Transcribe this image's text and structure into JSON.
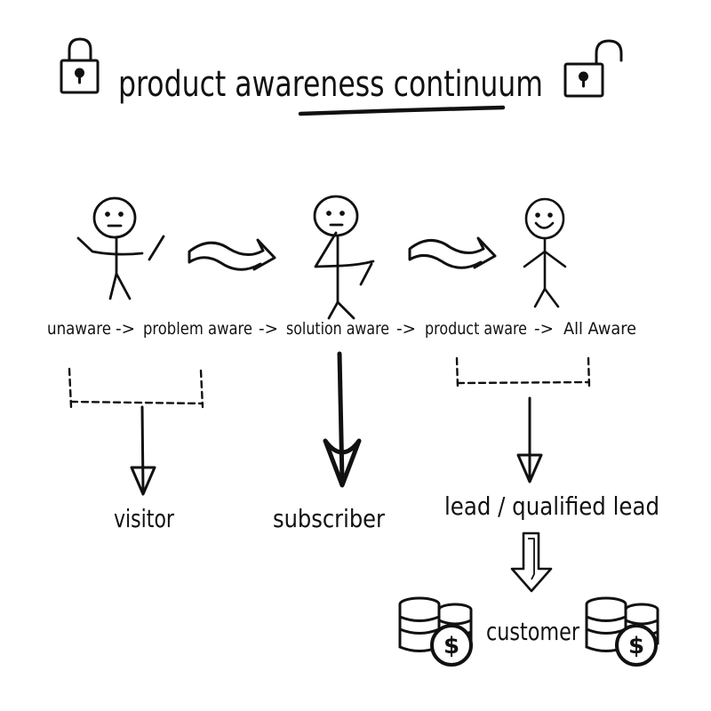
{
  "title": "product awareness continuum",
  "stages": {
    "unaware": "unaware",
    "problem_aware": "problem aware",
    "solution_aware": "solution aware",
    "product_aware": "product aware",
    "all_aware": "All Aware",
    "separator": "->"
  },
  "outcomes": {
    "visitor": "visitor",
    "subscriber": "subscriber",
    "lead": "lead / qualified lead",
    "customer": "customer"
  },
  "icons": {
    "lock_closed": "padlock-closed",
    "lock_open": "padlock-open",
    "coins": "coin-stack-dollar"
  },
  "colors": {
    "ink": "#111111",
    "background": "#ffffff"
  }
}
